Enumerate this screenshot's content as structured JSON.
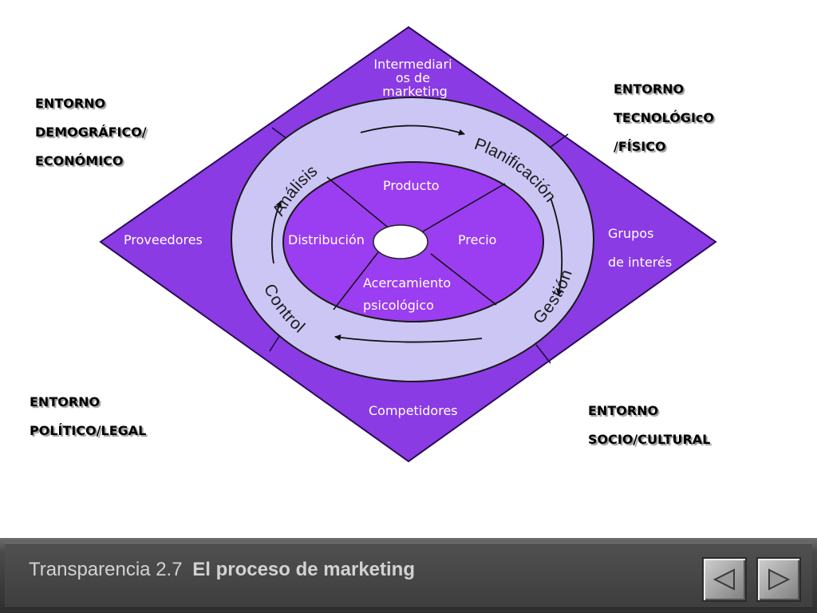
{
  "environments": {
    "demografico": [
      "ENTORNO",
      "DEMOGRÁFICO/",
      "ECONÓMICO"
    ],
    "tecnologico": [
      "ENTORNO",
      "TECNOLÓGIcO",
      "/FÍSICO"
    ],
    "politico": [
      "ENTORNO",
      "POLÍTICO/LEGAL"
    ],
    "socio": [
      "ENTORNO",
      "SOCIO/CULTURAL"
    ]
  },
  "actors": {
    "intermediarios": [
      "Intermediari",
      "os de",
      "marketing"
    ],
    "proveedores": "Proveedores",
    "grupos": [
      "Grupos",
      "de interés"
    ],
    "competidores": "Competidores"
  },
  "process_steps": {
    "analisis": "Análisis",
    "planificacion": "Planificación",
    "gestion": "Gestión",
    "control": "Control"
  },
  "marketing_mix": {
    "producto": "Producto",
    "distribucion": "Distribución",
    "precio": "Precio",
    "acercamiento": [
      "Acercamiento",
      "psicológico"
    ]
  },
  "colors": {
    "diamond": "#8a3be4",
    "outer_ring": "#cbc6f4",
    "inner_ellipse": "#9b3df0",
    "text_light": "#ffffff",
    "footer_text": "#d2d2d2"
  },
  "footer": {
    "title_prefix": "Transparencia 2.7",
    "title_main": "El proceso de marketing"
  },
  "nav": {
    "prev_icon": "triangle-left-icon",
    "next_icon": "triangle-right-icon"
  }
}
